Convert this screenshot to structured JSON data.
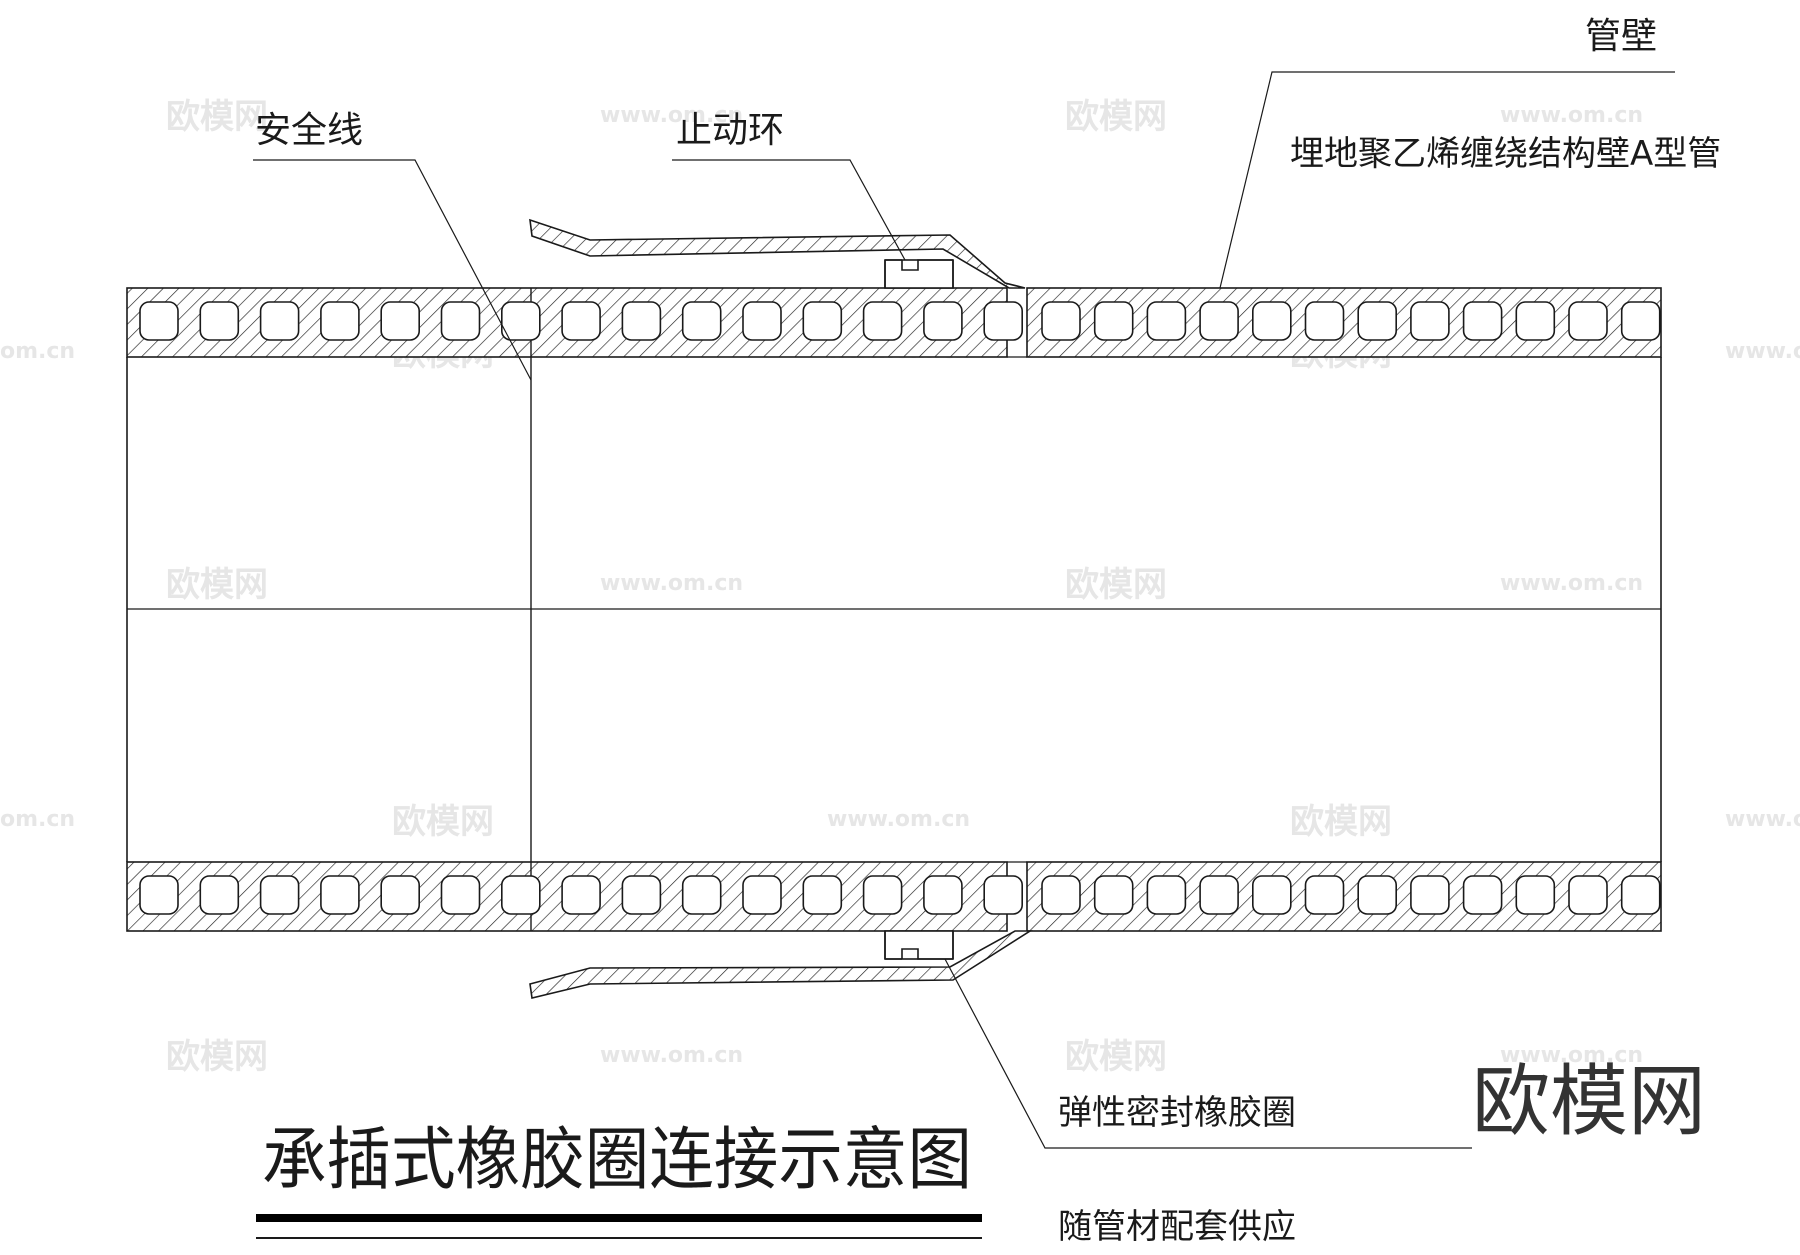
{
  "title": "承插式橡胶圈连接示意图",
  "labels": {
    "safety_line": "安全线",
    "stop_ring": "止动环",
    "pipe_wall": "管壁",
    "pipe_type": "埋地聚乙烯缠绕结构壁A型管",
    "seal_ring": "弹性密封橡胶圈",
    "supply_note": "随管材配套供应"
  },
  "watermark": {
    "brand": "欧模网",
    "url": "www.om.cn",
    "url_cut": "om.cn"
  },
  "colors": {
    "line": "#1a1a1a",
    "watermark": "#e6e6e6",
    "logo": "#333333"
  }
}
